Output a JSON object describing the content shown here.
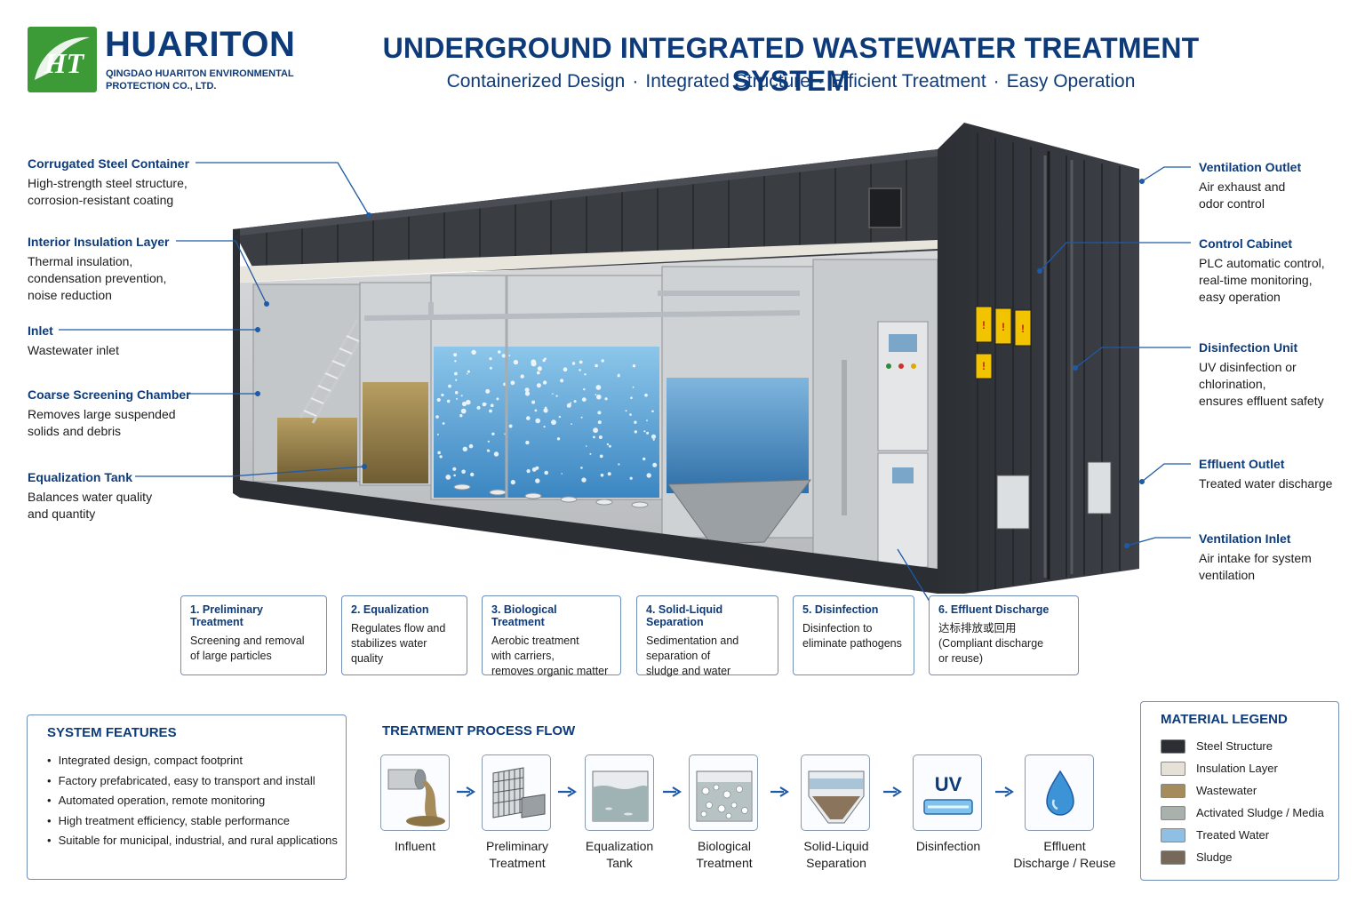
{
  "brand": {
    "name": "HUARITON",
    "company": "QINGDAO HUARITON ENVIRONMENTAL PROTECTION CO., LTD.",
    "logo_letters": "HT"
  },
  "header": {
    "title": "UNDERGROUND INTEGRATED WASTEWATER TREATMENT SYSTEM",
    "subtitle_items": [
      "Containerized Design",
      "Integrated Structure",
      "Efficient Treatment",
      "Easy Operation"
    ],
    "separator": "·"
  },
  "callouts_left": [
    {
      "title": "Corrugated Steel Container",
      "desc": [
        "High-strength steel structure,",
        "corrosion-resistant coating"
      ]
    },
    {
      "title": "Interior Insulation Layer",
      "desc": [
        "Thermal insulation,",
        "condensation prevention,",
        "noise reduction"
      ]
    },
    {
      "title": "Inlet",
      "desc": [
        "Wastewater inlet"
      ]
    },
    {
      "title": "Coarse Screening Chamber",
      "desc": [
        "Removes large suspended",
        "solids and debris"
      ]
    },
    {
      "title": "Equalization Tank",
      "desc": [
        "Balances water quality",
        "and quantity"
      ]
    }
  ],
  "callouts_right": [
    {
      "title": "Ventilation Outlet",
      "desc": [
        "Air exhaust and",
        "odor control"
      ]
    },
    {
      "title": "Control Cabinet",
      "desc": [
        "PLC automatic control,",
        "real-time monitoring,",
        "easy operation"
      ]
    },
    {
      "title": "Disinfection Unit",
      "desc": [
        "UV disinfection or",
        "chlorination,",
        "ensures effluent safety"
      ]
    },
    {
      "title": "Effluent Outlet",
      "desc": [
        "Treated water discharge"
      ]
    },
    {
      "title": "Ventilation Inlet",
      "desc": [
        "Air intake for system",
        "ventilation"
      ]
    }
  ],
  "steps": [
    {
      "title": "1. Preliminary Treatment",
      "desc": [
        "Screening and removal",
        "of large particles"
      ]
    },
    {
      "title": "2.  Equalization",
      "desc": [
        "Regulates flow and",
        "stabilizes water quality"
      ]
    },
    {
      "title": "3. Biological Treatment",
      "desc": [
        "Aerobic treatment",
        "with carriers,",
        "removes organic matter"
      ]
    },
    {
      "title": "4. Solid-Liquid Separation",
      "desc": [
        "Sedimentation and",
        "separation of",
        "sludge and water"
      ]
    },
    {
      "title": "5. Disinfection",
      "desc": [
        "Disinfection to",
        "eliminate pathogens"
      ]
    },
    {
      "title": "6. Effluent Discharge",
      "desc": [
        "达标排放或回用",
        "(Compliant discharge",
        "or reuse)"
      ]
    }
  ],
  "features": {
    "title": "SYSTEM FEATURES",
    "items": [
      "Integrated design, compact footprint",
      "Factory prefabricated, easy to transport and install",
      "Automated operation, remote monitoring",
      "High treatment efficiency, stable performance",
      "Suitable for municipal, industrial, and rural applications"
    ]
  },
  "process_flow": {
    "title": "TREATMENT PROCESS FLOW",
    "stages": [
      {
        "label": [
          "Influent"
        ],
        "icon": "pipe-outflow-icon"
      },
      {
        "label": [
          "Preliminary",
          "Treatment"
        ],
        "icon": "screen-grid-icon"
      },
      {
        "label": [
          "Equalization",
          "Tank"
        ],
        "icon": "tank-icon"
      },
      {
        "label": [
          "Biological",
          "Treatment"
        ],
        "icon": "bubbles-tank-icon"
      },
      {
        "label": [
          "Solid-Liquid",
          "Separation"
        ],
        "icon": "hopper-tank-icon"
      },
      {
        "label": [
          "Disinfection"
        ],
        "icon": "uv-lamp-icon",
        "badge": "UV"
      },
      {
        "label": [
          "Effluent",
          "Discharge / Reuse"
        ],
        "icon": "water-drop-icon"
      }
    ]
  },
  "legend": {
    "title": "MATERIAL LEGEND",
    "items": [
      {
        "label": "Steel Structure",
        "color": "#2b2e33"
      },
      {
        "label": "Insulation Layer",
        "color": "#e6e1d6"
      },
      {
        "label": "Wastewater",
        "color": "#a68b5b"
      },
      {
        "label": "Activated Sludge / Media",
        "color": "#a9b1ad"
      },
      {
        "label": "Treated Water",
        "color": "#8fc0e4"
      },
      {
        "label": "Sludge",
        "color": "#76695a"
      }
    ]
  },
  "container_labels": {
    "warning_signs": [
      "!",
      "!",
      "!",
      "!"
    ]
  },
  "colors": {
    "brand_blue": "#0d3b7a",
    "logo_green": "#3c9b37",
    "container_dark": "#2b2e33",
    "water_blue": "#5aa7db"
  }
}
